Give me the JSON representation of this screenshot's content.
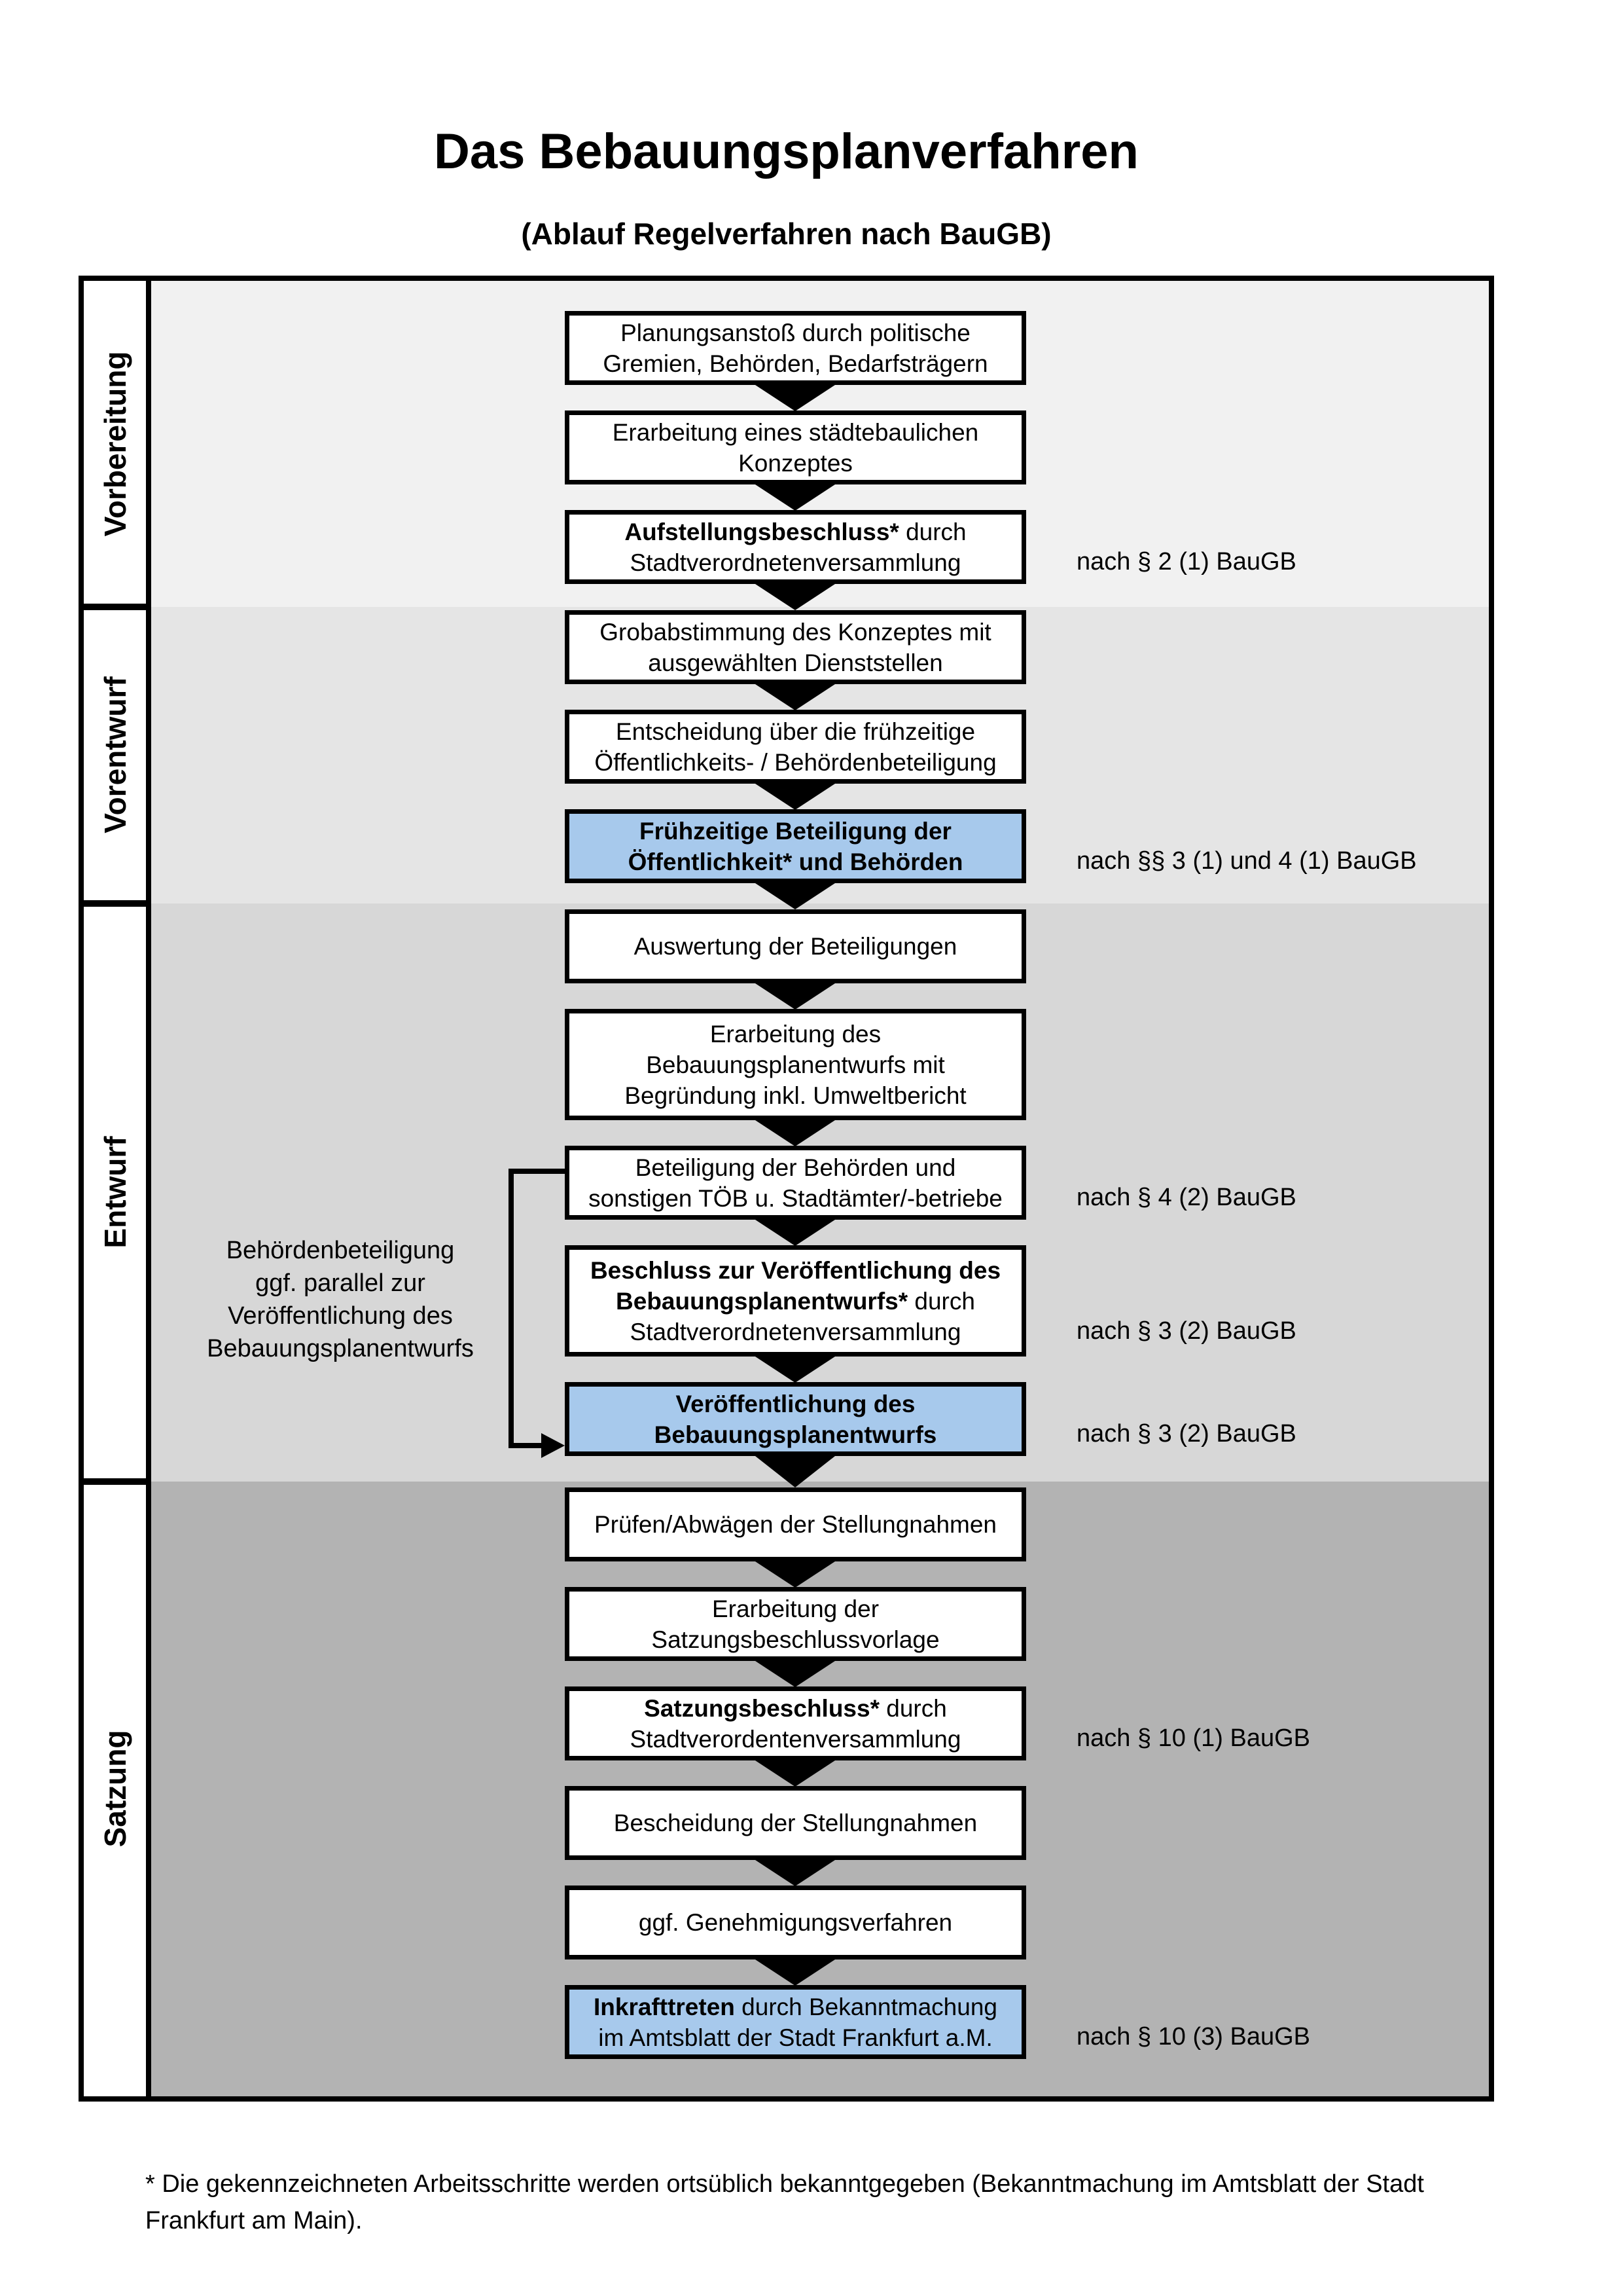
{
  "title": "Das Bebauungsplanverfahren",
  "subtitle": "(Ablauf Regelverfahren nach BauGB)",
  "colors": {
    "section1": "#f1f1f1",
    "section2": "#e5e5e5",
    "section3": "#d7d7d7",
    "section4": "#b3b3b3",
    "highlight": "#a7c9ec"
  },
  "sidebar": {
    "sections": [
      {
        "label": "Vorbereitung"
      },
      {
        "label": "Vorentwurf"
      },
      {
        "label": "Entwurf"
      },
      {
        "label": "Satzung"
      }
    ]
  },
  "boxes": {
    "b1": {
      "line1": "Planungsanstoß durch politische",
      "line2": "Gremien, Behörden, Bedarfsträgern"
    },
    "b2": {
      "line1": "Erarbeitung eines städtebaulichen",
      "line2": "Konzeptes"
    },
    "b3": {
      "bold1": "Aufstellungsbeschluss*",
      "rest1": " durch",
      "line2": "Stadtverordnetenversammlung"
    },
    "b4": {
      "line1": "Grobabstimmung des Konzeptes mit",
      "line2": "ausgewählten Dienststellen"
    },
    "b5": {
      "line1": "Entscheidung über die frühzeitige",
      "line2": "Öffentlichkeits- / Behördenbeteiligung"
    },
    "b6": {
      "line1": "Frühzeitige Beteiligung der",
      "line2": "Öffentlichkeit* und Behörden"
    },
    "b7": {
      "line1": "Auswertung der Beteiligungen"
    },
    "b8": {
      "line1": "Erarbeitung des",
      "line2": "Bebauungsplanentwurfs mit",
      "line3": "Begründung inkl. Umweltbericht"
    },
    "b9": {
      "line1": "Beteiligung der Behörden und",
      "line2": "sonstigen TÖB u. Stadtämter/-betriebe"
    },
    "b10": {
      "bold1": "Beschluss zur Veröffentlichung des",
      "bold2": "Bebauungsplanentwurfs*",
      "rest2": " durch",
      "line3": "Stadtverordnetenversammlung"
    },
    "b11": {
      "line1": "Veröffentlichung des",
      "line2": "Bebauungsplanentwurfs"
    },
    "b12": {
      "line1": "Prüfen/Abwägen der Stellungnahmen"
    },
    "b13": {
      "line1": "Erarbeitung der",
      "line2": "Satzungsbeschlussvorlage"
    },
    "b14": {
      "bold1": "Satzungsbeschluss*",
      "rest1": " durch",
      "line2": "Stadtverordentenversammlung"
    },
    "b15": {
      "line1": "Bescheidung der Stellungnahmen"
    },
    "b16": {
      "line1": "ggf. Genehmigungsverfahren"
    },
    "b17": {
      "bold1": "Inkrafttreten",
      "rest1": " durch Bekanntmachung",
      "line2": "im Amtsblatt der Stadt Frankfurt a.M."
    }
  },
  "side_note": {
    "line1": "Behördenbeteiligung",
    "line2": "ggf. parallel zur",
    "line3": "Veröffentlichung des",
    "line4": "Bebauungsplanentwurfs"
  },
  "annotations": {
    "a1": "nach § 2 (1) BauGB",
    "a2": "nach §§ 3 (1) und 4 (1) BauGB",
    "a3": "nach § 4 (2) BauGB",
    "a4": "nach § 3 (2) BauGB",
    "a5": "nach § 3 (2) BauGB",
    "a6": "nach § 10 (1) BauGB",
    "a7": "nach § 10 (3) BauGB"
  },
  "footnote": {
    "line1": "* Die gekennzeichneten Arbeitsschritte werden ortsüblich bekanntgegeben (Bekanntmachung im Amtsblatt  der Stadt",
    "line2": "Frankfurt am Main)."
  }
}
